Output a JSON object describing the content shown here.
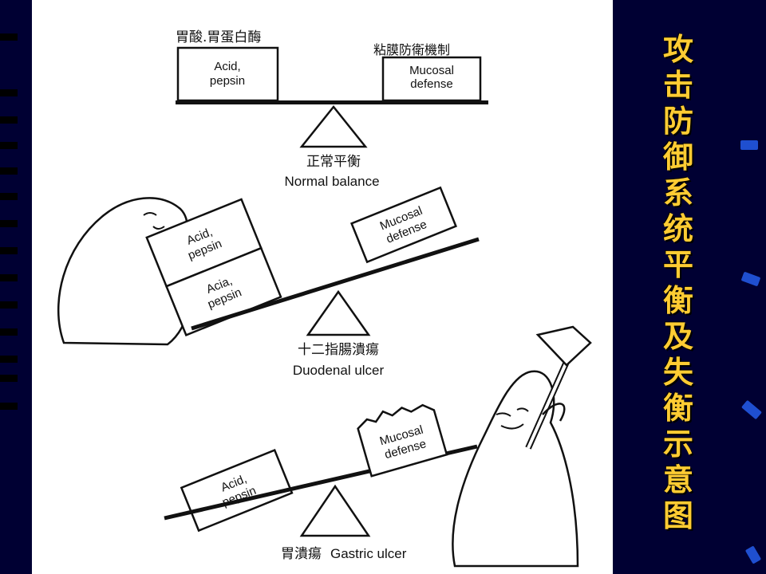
{
  "slide": {
    "title_chars": [
      "攻",
      "击",
      "防",
      "御",
      "系",
      "统",
      "平",
      "衡",
      "及",
      "失",
      "衡",
      "示",
      "意",
      "图"
    ]
  },
  "figure": {
    "panel_top": {
      "left_label_zh": "胃酸.胃蛋白酶",
      "right_label_zh": "粘膜防衛機制",
      "acid_line1": "Acid,",
      "acid_line2": "pepsin",
      "mucosal_line1": "Mucosal",
      "mucosal_line2": "defense",
      "caption_zh": "正常平衡",
      "caption_en": "Normal balance"
    },
    "panel_middle": {
      "acid1_line1": "Acid,",
      "acid1_line2": "pepsin",
      "acid2_line1": "Acia,",
      "acid2_line2": "pepsin",
      "mucosal_line1": "Mucosal",
      "mucosal_line2": "defense",
      "caption_zh": "十二指腸潰瘍",
      "caption_en": "Duodenal ulcer"
    },
    "panel_bottom": {
      "acid_line1": "Acid,",
      "acid_line2": "pepsin",
      "mucosal_line1": "Mucosal",
      "mucosal_line2": "defense",
      "caption_zh": "胃潰瘍",
      "caption_en": "Gastric ulcer"
    }
  },
  "colors": {
    "background": "#000033",
    "panel": "#ffffff",
    "title": "#ffcc33",
    "accent_marks": "#1f4fd0"
  }
}
